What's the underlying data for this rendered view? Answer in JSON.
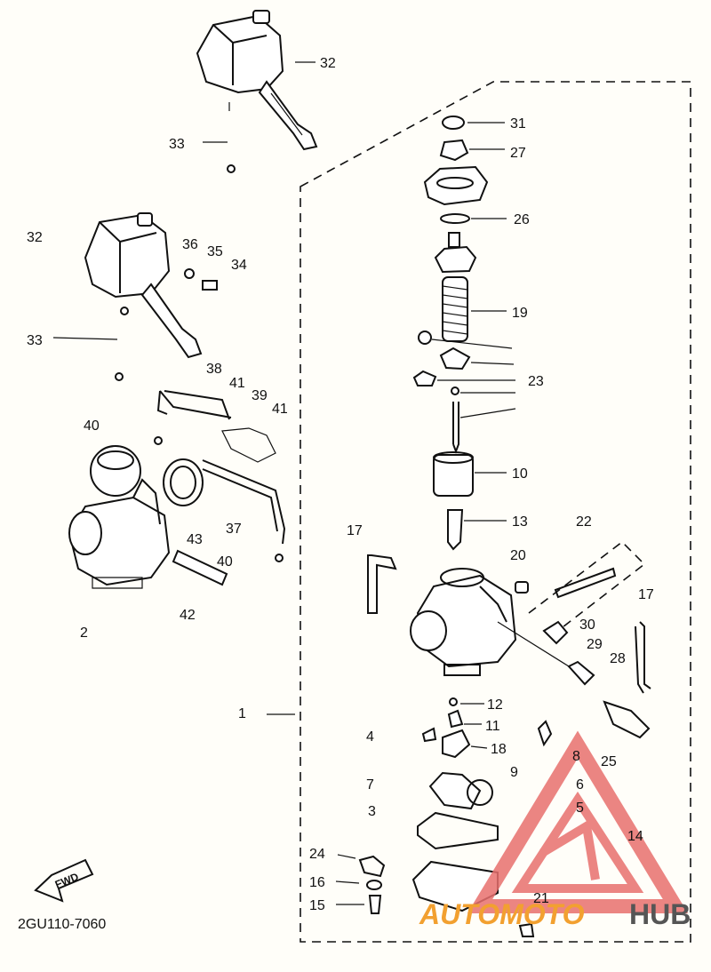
{
  "diagram": {
    "code": "2GU110-7060",
    "direction_arrow": "FWD",
    "labels": {
      "n1": "1",
      "n2": "2",
      "n3": "3",
      "n4": "4",
      "n5": "5",
      "n6": "6",
      "n7": "7",
      "n8": "8",
      "n9": "9",
      "n10": "10",
      "n11": "11",
      "n12": "12",
      "n13": "13",
      "n14": "14",
      "n15": "15",
      "n16": "16",
      "n17": "17",
      "n18": "18",
      "n19": "19",
      "n20": "20",
      "n21": "21",
      "n22": "22",
      "n23": "23",
      "n24": "24",
      "n25": "25",
      "n26": "26",
      "n27": "27",
      "n28": "28",
      "n29": "29",
      "n30": "30",
      "n31": "31",
      "n32": "32",
      "n33": "33",
      "n34": "34",
      "n35": "35",
      "n36": "36",
      "n37": "37",
      "n38": "38",
      "n39": "39",
      "n40": "40",
      "n41": "41",
      "n42": "42",
      "n43": "43"
    }
  },
  "watermark": {
    "text_orange": "AUTOMOTO",
    "text_grey": "HUB",
    "color_orange": "#f2a030",
    "color_grey": "#555555",
    "color_triangle": "#e8706e"
  }
}
